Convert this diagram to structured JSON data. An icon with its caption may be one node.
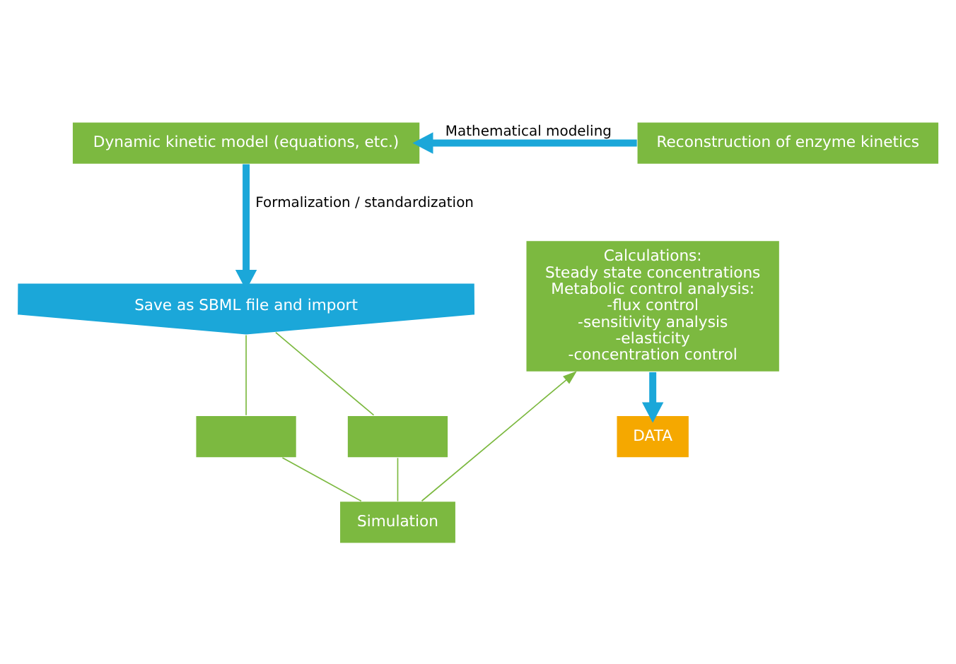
{
  "diagram": {
    "nodes": [
      {
        "text": [
          "Reconstruction of enzyme kinetics"
        ]
      },
      {
        "text": [
          "Dynamic kinetic model (equations, etc.)"
        ]
      },
      {
        "text": [
          "Save as SBML file and import"
        ]
      },
      {
        "text": [],
        "shape": "box"
      },
      {
        "text": [],
        "shape": "box"
      },
      {
        "text": [
          "Simulation"
        ]
      },
      {
        "text": [
          "Calculations:",
          "Steady state concentrations",
          "Metabolic control analysis:",
          "-flux control",
          "-sensitivity analysis",
          "-elasticity",
          "-concentration control"
        ]
      },
      {
        "text": [
          "DATA"
        ]
      }
    ],
    "edges": [
      {
        "from": 0,
        "to": 1,
        "arrow": "to",
        "label": "Mathematical modeling",
        "style": "thick",
        "color": "#1ba7d9"
      },
      {
        "from": 1,
        "to": 2,
        "arrow": "to",
        "label": "Formalization / standardization",
        "style": "thick",
        "color": "#1ba7d9"
      },
      {
        "from": 2,
        "to": 3,
        "arrow": "none"
      },
      {
        "from": 2,
        "to": 4,
        "arrow": "none"
      },
      {
        "from": 3,
        "to": 5,
        "arrow": "none"
      },
      {
        "from": 4,
        "to": 5,
        "arrow": "none"
      },
      {
        "from": 5,
        "to": 6,
        "arrow": "to"
      },
      {
        "from": 6,
        "to": 7,
        "arrow": "to",
        "style": "thick",
        "color": "#1ba7d9"
      }
    ]
  }
}
